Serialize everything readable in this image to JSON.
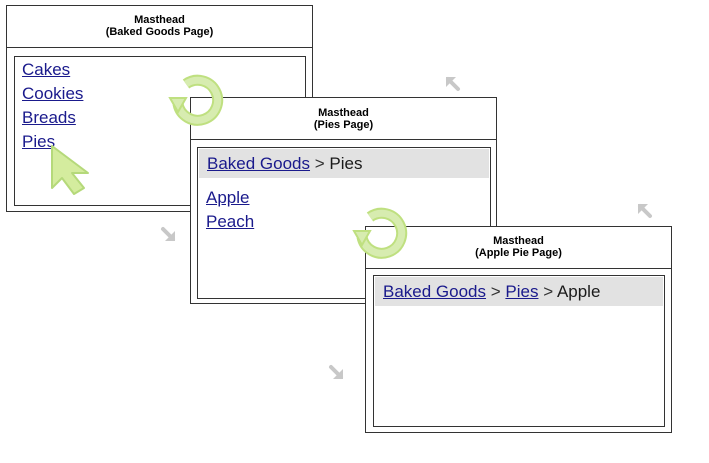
{
  "colors": {
    "link": "#1a1a8c",
    "crumb_background": "#e2e2e2",
    "reload_icon_fill": "#d7ecb0",
    "reload_icon_stroke": "#bfe080",
    "cursor_fill": "#d4ec9e",
    "arrow_gray": "#c8c8c8"
  },
  "page1": {
    "masthead_line1": "Masthead",
    "masthead_line2": "(Baked Goods Page)",
    "links": [
      "Cakes",
      "Cookies",
      "Breads",
      "Pies"
    ]
  },
  "page2": {
    "masthead_line1": "Masthead",
    "masthead_line2": "(Pies Page)",
    "breadcrumb": {
      "link1": "Baked Goods",
      "separator": ">",
      "current": "Pies"
    },
    "links": [
      "Apple",
      "Peach"
    ]
  },
  "page3": {
    "masthead_line1": "Masthead",
    "masthead_line2": "(Apple Pie Page)",
    "breadcrumb": {
      "link1": "Baked Goods",
      "separator1": ">",
      "link2": "Pies",
      "separator2": ">",
      "current": "Apple"
    }
  },
  "icons": {
    "reload": "reload-icon",
    "cursor": "arrow-cursor-icon",
    "forward_arrow": "forward-arrow-icon",
    "back_arrow": "back-arrow-icon"
  }
}
